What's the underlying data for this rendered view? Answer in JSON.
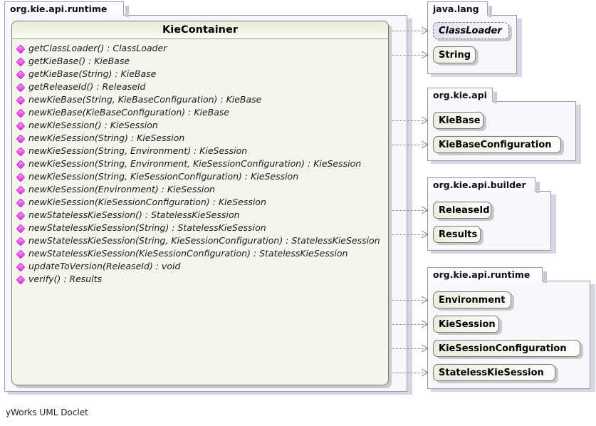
{
  "diagram": {
    "type": "uml-class-diagram",
    "footer": "yWorks UML Doclet"
  },
  "main_package": {
    "name": "org.kie.api.runtime",
    "class": {
      "name": "KieContainer",
      "stereotype": "interface",
      "methods": [
        {
          "icon": "method-icon",
          "signature": "getClassLoader() : ClassLoader"
        },
        {
          "icon": "method-icon",
          "signature": "getKieBase() : KieBase"
        },
        {
          "icon": "method-icon",
          "signature": "getKieBase(String) : KieBase"
        },
        {
          "icon": "method-icon",
          "signature": "getReleaseId() : ReleaseId"
        },
        {
          "icon": "method-icon",
          "signature": "newKieBase(String, KieBaseConfiguration) : KieBase"
        },
        {
          "icon": "method-icon",
          "signature": "newKieBase(KieBaseConfiguration) : KieBase"
        },
        {
          "icon": "method-icon",
          "signature": "newKieSession() : KieSession"
        },
        {
          "icon": "method-icon",
          "signature": "newKieSession(String) : KieSession"
        },
        {
          "icon": "method-icon",
          "signature": "newKieSession(String, Environment) : KieSession"
        },
        {
          "icon": "method-icon",
          "signature": "newKieSession(String, Environment, KieSessionConfiguration) : KieSession"
        },
        {
          "icon": "method-icon",
          "signature": "newKieSession(String, KieSessionConfiguration) : KieSession"
        },
        {
          "icon": "method-icon",
          "signature": "newKieSession(Environment) : KieSession"
        },
        {
          "icon": "method-icon",
          "signature": "newKieSession(KieSessionConfiguration) : KieSession"
        },
        {
          "icon": "method-icon",
          "signature": "newStatelessKieSession() : StatelessKieSession"
        },
        {
          "icon": "method-icon",
          "signature": "newStatelessKieSession(String) : StatelessKieSession"
        },
        {
          "icon": "method-icon",
          "signature": "newStatelessKieSession(String, KieSessionConfiguration) : StatelessKieSession"
        },
        {
          "icon": "method-icon",
          "signature": "newStatelessKieSession(KieSessionConfiguration) : StatelessKieSession"
        },
        {
          "icon": "method-icon",
          "signature": "updateToVersion(ReleaseId) : void"
        },
        {
          "icon": "method-icon",
          "signature": "verify() : Results"
        }
      ]
    }
  },
  "packages": [
    {
      "name": "java.lang",
      "classes": [
        {
          "name": "ClassLoader",
          "abstract": true
        },
        {
          "name": "String",
          "abstract": false
        }
      ]
    },
    {
      "name": "org.kie.api",
      "classes": [
        {
          "name": "KieBase",
          "abstract": false
        },
        {
          "name": "KieBaseConfiguration",
          "abstract": false
        }
      ]
    },
    {
      "name": "org.kie.api.builder",
      "classes": [
        {
          "name": "ReleaseId",
          "abstract": false
        },
        {
          "name": "Results",
          "abstract": false
        }
      ]
    },
    {
      "name": "org.kie.api.runtime",
      "classes": [
        {
          "name": "Environment",
          "abstract": false
        },
        {
          "name": "KieSession",
          "abstract": false
        },
        {
          "name": "KieSessionConfiguration",
          "abstract": false
        },
        {
          "name": "StatelessKieSession",
          "abstract": false
        }
      ]
    }
  ],
  "dependencies": [
    {
      "from": "KieContainer",
      "to": "ClassLoader",
      "kind": "dependency"
    },
    {
      "from": "KieContainer",
      "to": "String",
      "kind": "dependency"
    },
    {
      "from": "KieContainer",
      "to": "KieBase",
      "kind": "dependency"
    },
    {
      "from": "KieContainer",
      "to": "KieBaseConfiguration",
      "kind": "dependency"
    },
    {
      "from": "KieContainer",
      "to": "ReleaseId",
      "kind": "dependency"
    },
    {
      "from": "KieContainer",
      "to": "Results",
      "kind": "dependency"
    },
    {
      "from": "KieContainer",
      "to": "Environment",
      "kind": "dependency"
    },
    {
      "from": "KieContainer",
      "to": "KieSession",
      "kind": "dependency"
    },
    {
      "from": "KieContainer",
      "to": "KieSessionConfiguration",
      "kind": "dependency"
    },
    {
      "from": "KieContainer",
      "to": "StatelessKieSession",
      "kind": "dependency"
    }
  ],
  "colors": {
    "class_fill": "#f2f5ea",
    "abstract_fill": "#e6eaf3",
    "package_fill": "#f7f7fc",
    "border": "#7a7a7a",
    "method_icon": "#ee4fee"
  }
}
